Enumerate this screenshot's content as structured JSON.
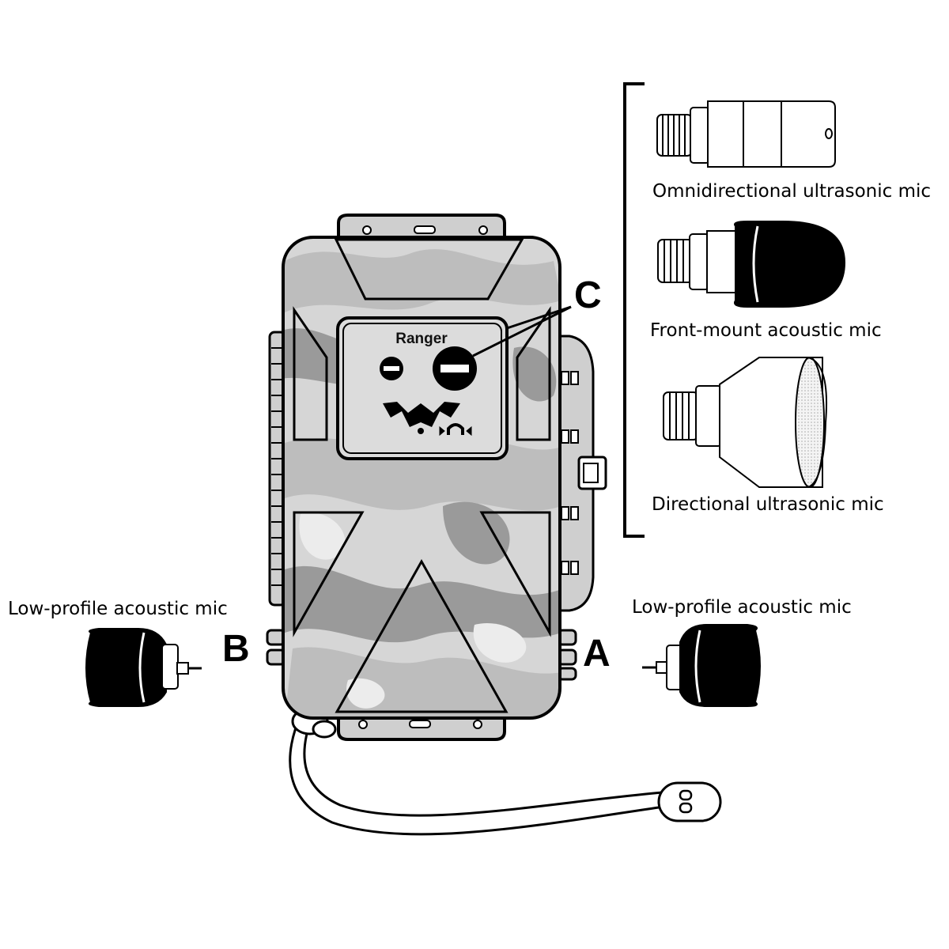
{
  "device": {
    "name": "Ranger",
    "camo_colors": [
      "#d9d9d9",
      "#bdbdbd",
      "#9a9a9a",
      "#ececec"
    ]
  },
  "ports": {
    "a": "A",
    "b": "B",
    "c": "C"
  },
  "mics": {
    "omni": "Omnidirectional ultrasonic mic",
    "front_mount": "Front-mount acoustic mic",
    "directional": "Directional ultrasonic mic",
    "low_profile_left": "Low-profile acoustic mic",
    "low_profile_right": "Low-profile acoustic mic"
  }
}
